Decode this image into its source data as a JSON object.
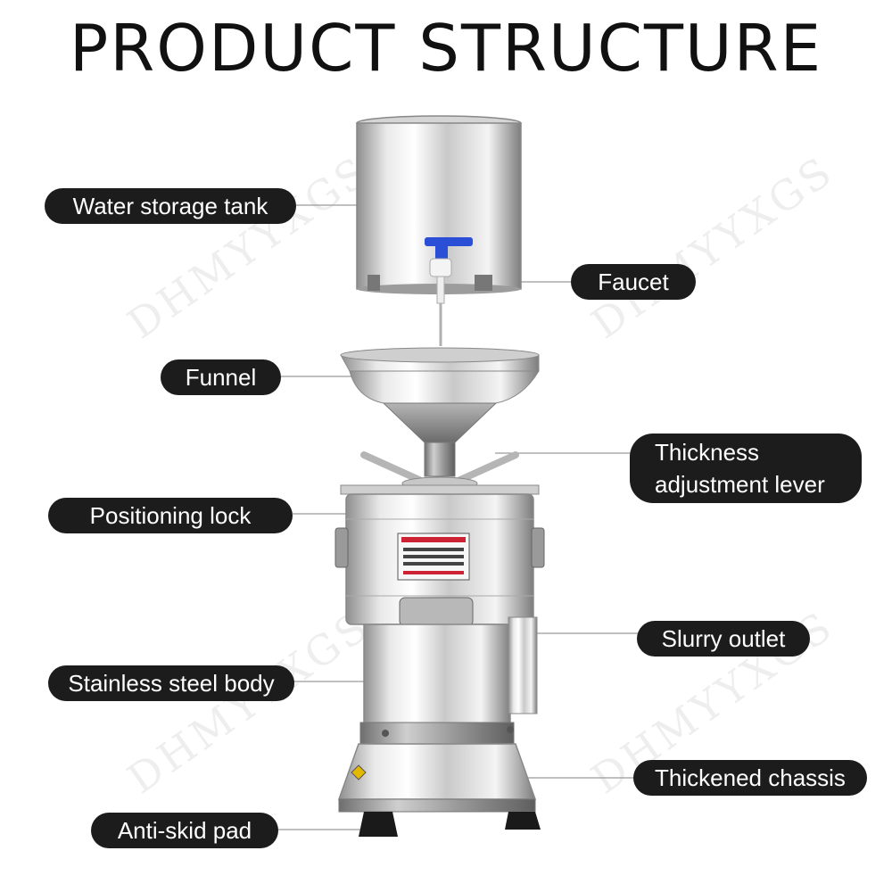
{
  "title": "PRODUCT STRUCTURE",
  "watermark": "DHMYYXGS",
  "labels": {
    "water_storage_tank": "Water storage tank",
    "faucet": "Faucet",
    "funnel": "Funnel",
    "thickness_lever_line1": "Thickness",
    "thickness_lever_line2": "adjustment lever",
    "positioning_lock": "Positioning lock",
    "slurry_outlet": "Slurry outlet",
    "stainless_steel_body": "Stainless steel body",
    "thickened_chassis": "Thickened chassis",
    "anti_skid_pad": "Anti-skid pad"
  },
  "colors": {
    "label_bg": "#1c1c1c",
    "label_text": "#ffffff",
    "steel_light": "#f2f2f2",
    "steel_dark": "#8a8a8a",
    "valve_blue": "#2a4fd6"
  }
}
